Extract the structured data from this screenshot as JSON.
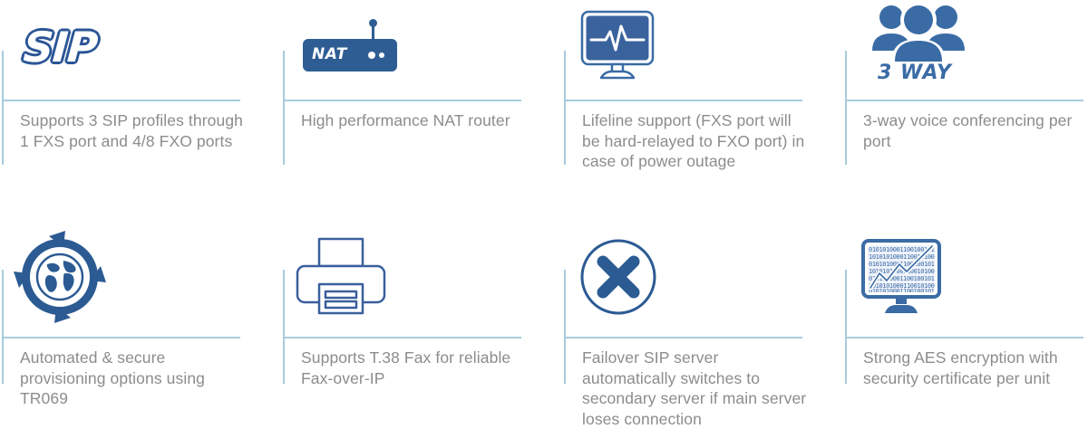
{
  "theme": {
    "rule_color": "#a8cbdd",
    "text_color": "#8c8c8c",
    "icon_blue": "#3a6ba5",
    "icon_blue_dark": "#2b5596",
    "background": "#ffffff"
  },
  "features": [
    {
      "icon": "sip-logo-icon",
      "icon_text": "SIP",
      "caption": "Supports 3 SIP profiles through 1 FXS port and 4/8 FXO ports"
    },
    {
      "icon": "nat-router-icon",
      "icon_text": "NAT",
      "caption": "High performance NAT router"
    },
    {
      "icon": "monitor-heartbeat-icon",
      "icon_text": "",
      "caption": "Lifeline support (FXS port will be hard-relayed to FXO port) in case of power outage"
    },
    {
      "icon": "three-people-icon",
      "icon_text": "3 WAY",
      "caption": "3-way voice conferencing per port"
    },
    {
      "icon": "globe-refresh-arrows-icon",
      "icon_text": "",
      "caption": "Automated & secure provisioning options using TR069"
    },
    {
      "icon": "printer-fax-icon",
      "icon_text": "",
      "caption": "Supports T.38 Fax for reliable Fax-over-IP"
    },
    {
      "icon": "circle-x-icon",
      "icon_text": "",
      "caption": "Failover SIP server automatically switches to secondary server if main server loses connection"
    },
    {
      "icon": "monitor-binary-chart-icon",
      "icon_text": "",
      "caption": "Strong AES encryption with security certificate per unit"
    }
  ]
}
